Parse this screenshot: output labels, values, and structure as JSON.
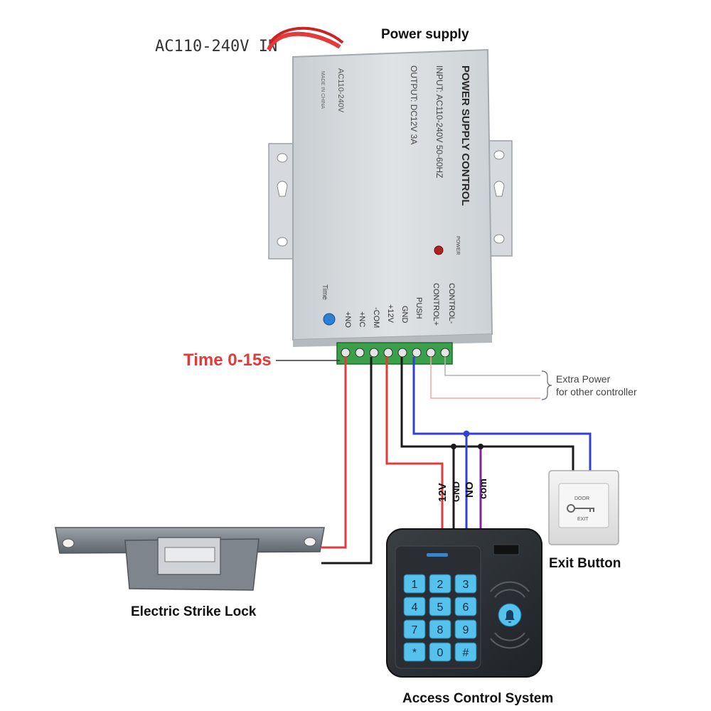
{
  "input_label": "AC110-240V IN",
  "power_supply": {
    "caption": "Power supply",
    "brand_text": "POWER SUPPLY CONTROL",
    "input_spec": "INPUT: AC110-240V  50-60HZ",
    "output_spec": "OUTPUT: DC12V  3A",
    "side_model": "AC110-240V",
    "made_in": "MADE IN CHINA",
    "power_led_label": "POWER",
    "time_label": "Time",
    "terminals": [
      "+NO",
      "+NC",
      "-COM",
      "+12V",
      "GND",
      "PUSH",
      "CONTROL+",
      "CONTROL-"
    ]
  },
  "time_annotation": "Time 0-15s",
  "extra_power_line1": "Extra Power",
  "extra_power_line2": "for other controller",
  "wire_labels": [
    "12V",
    "GND",
    "NO",
    "com"
  ],
  "exit_button": {
    "caption": "Exit Button",
    "door_text": "DOOR",
    "exit_text": "EXIT"
  },
  "strike_lock_caption": "Electric Strike Lock",
  "access_control": {
    "caption": "Access Control System",
    "keys": [
      "1",
      "2",
      "3",
      "4",
      "5",
      "6",
      "7",
      "8",
      "9",
      "*",
      "0",
      "#"
    ]
  },
  "colors": {
    "red_wire": "#e23b3b",
    "black_wire": "#1a1a1a",
    "blue_wire": "#3340d6",
    "purple_wire": "#7a2a9a",
    "time_text": "#e03a3a",
    "key_blue": "#55c2ee"
  }
}
